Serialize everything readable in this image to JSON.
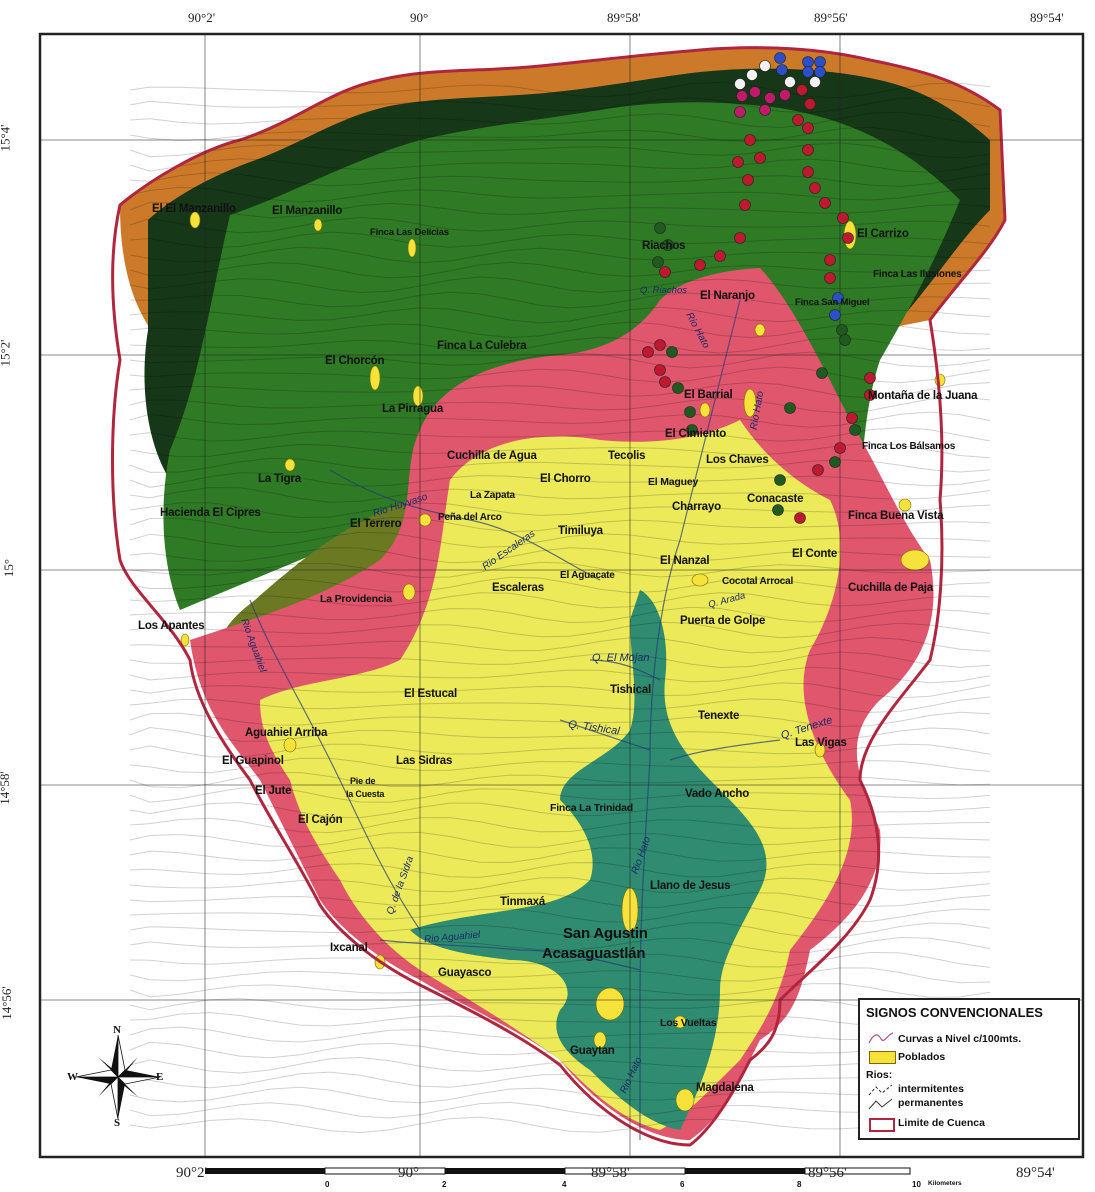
{
  "coords": {
    "top": [
      "90°2'",
      "90°",
      "89°58'",
      "89°56'",
      "89°54'"
    ],
    "bottom": [
      "90°2'",
      "90°",
      "89°58'",
      "89°56'",
      "89°54'"
    ],
    "left": [
      "15°4'",
      "15°2'",
      "15°",
      "14°58'",
      "14°56'"
    ]
  },
  "places": [
    {
      "id": "el-manzanillo-w",
      "text": "El El Manzanillo"
    },
    {
      "id": "el-manzanillo",
      "text": "El Manzanillo"
    },
    {
      "id": "finca-las-delicias",
      "text": "Finca Las Delicias"
    },
    {
      "id": "el-chorcon",
      "text": "El Chorcón"
    },
    {
      "id": "finca-la-culebra",
      "text": "Finca La Culebra"
    },
    {
      "id": "la-pirragua",
      "text": "La Pirragua"
    },
    {
      "id": "la-tigra",
      "text": "La Tigra"
    },
    {
      "id": "hacienda-el-cipres",
      "text": "Hacienda El Cipres"
    },
    {
      "id": "el-terrero",
      "text": "El Terrero"
    },
    {
      "id": "la-providencia",
      "text": "La Providencia"
    },
    {
      "id": "los-apantes",
      "text": "Los Apantes"
    },
    {
      "id": "el-estucal",
      "text": "El Estucal"
    },
    {
      "id": "aguahiel-arriba",
      "text": "Aguahiel Arriba"
    },
    {
      "id": "el-guapinol",
      "text": "El Guapinol"
    },
    {
      "id": "el-jute",
      "text": "El Jute"
    },
    {
      "id": "pie-cuesta-1",
      "text": "Pie de"
    },
    {
      "id": "pie-cuesta-2",
      "text": "la Cuesta"
    },
    {
      "id": "el-cajon",
      "text": "El Cajón"
    },
    {
      "id": "las-sidras",
      "text": "Las Sidras"
    },
    {
      "id": "cuchilla-de-agua",
      "text": "Cuchilla de Agua"
    },
    {
      "id": "la-zapata",
      "text": "La Zapata"
    },
    {
      "id": "pena-del-arco",
      "text": "Peña del Arco"
    },
    {
      "id": "el-chorro",
      "text": "El Chorro"
    },
    {
      "id": "tecolis",
      "text": "Tecolis"
    },
    {
      "id": "timiluya",
      "text": "Timiluya"
    },
    {
      "id": "escaleras",
      "text": "Escaleras"
    },
    {
      "id": "el-aguacate",
      "text": "El Aguacate"
    },
    {
      "id": "riachos",
      "text": "Riachos"
    },
    {
      "id": "el-naranjo",
      "text": "El Naranjo"
    },
    {
      "id": "el-barrial",
      "text": "El Barrial"
    },
    {
      "id": "el-cimiento",
      "text": "El Cimiento"
    },
    {
      "id": "los-chaves",
      "text": "Los Chaves"
    },
    {
      "id": "el-maguey",
      "text": "El Maguey"
    },
    {
      "id": "conacaste",
      "text": "Conacaste"
    },
    {
      "id": "charrayo",
      "text": "Charrayo"
    },
    {
      "id": "el-nanzal",
      "text": "El Nanzal"
    },
    {
      "id": "el-conte",
      "text": "El Conte"
    },
    {
      "id": "cocotal-arrocal",
      "text": "Cocotal Arrocal"
    },
    {
      "id": "puerta-de-golpe",
      "text": "Puerta de Golpe"
    },
    {
      "id": "tishical",
      "text": "Tishical"
    },
    {
      "id": "tenexte",
      "text": "Tenexte"
    },
    {
      "id": "las-vigas",
      "text": "Las Vigas"
    },
    {
      "id": "vado-ancho",
      "text": "Vado Ancho"
    },
    {
      "id": "finca-la-trinidad",
      "text": "Finca La Trinidad"
    },
    {
      "id": "llano-de-jesus",
      "text": "Llano de Jesus"
    },
    {
      "id": "tinmaxa",
      "text": "Tinmaxá"
    },
    {
      "id": "san-agustin",
      "text": "San Agustin"
    },
    {
      "id": "acasaguastlan",
      "text": "Acasaguastlán"
    },
    {
      "id": "ixcanal",
      "text": "Ixcanal"
    },
    {
      "id": "guayasco",
      "text": "Guayasco"
    },
    {
      "id": "los-vueltas",
      "text": "Los Vueltas"
    },
    {
      "id": "guaytan",
      "text": "Guaytan"
    },
    {
      "id": "magdalena",
      "text": "Magdalena"
    },
    {
      "id": "el-carrizo",
      "text": "El Carrizo"
    },
    {
      "id": "finca-las-ilusiones",
      "text": "Finca Las Ilusiones"
    },
    {
      "id": "finca-san-miguel",
      "text": "Finca San Miguel"
    },
    {
      "id": "montana-juana",
      "text": "Montaña de la Juana"
    },
    {
      "id": "finca-los-balsamos",
      "text": "Finca Los Bálsamos"
    },
    {
      "id": "finca-buena-vista",
      "text": "Finca Buena Vista"
    },
    {
      "id": "cuchilla-de-paja",
      "text": "Cuchilla de Paja"
    }
  ],
  "rivers": [
    {
      "id": "rio-hato-1",
      "text": "Rio Hato"
    },
    {
      "id": "rio-hato-2",
      "text": "Rio Hato"
    },
    {
      "id": "rio-hato-3",
      "text": "Rio Hato"
    },
    {
      "id": "rio-hato-4",
      "text": "Rio Hato"
    },
    {
      "id": "rio-huyvaso",
      "text": "Rio Huyvaso"
    },
    {
      "id": "rio-escaleras",
      "text": "Rio Escaleras"
    },
    {
      "id": "rio-aguahiel",
      "text": "Rio Aguahiel"
    },
    {
      "id": "rio-aguahiel-2",
      "text": "Rio Aguahiel"
    },
    {
      "id": "q-de-la-sidra",
      "text": "Q. de la Sidra"
    },
    {
      "id": "q-el-mojan",
      "text": "Q. El Mojan"
    },
    {
      "id": "q-tishical",
      "text": "Q. Tishical"
    },
    {
      "id": "q-tenexte",
      "text": "Q. Tenexte"
    },
    {
      "id": "q-arada",
      "text": "Q. Arada"
    },
    {
      "id": "q-riachos",
      "text": "Q. Riachos"
    }
  ],
  "legend": {
    "title": "SIGNOS CONVENCIONALES",
    "contours": "Curvas a Nivel c/100mts.",
    "settlements": "Poblados",
    "rivers_heading": "Rios:",
    "intermittent": "intermitentes",
    "permanent": "permanentes",
    "basin": "Limite de Cuenca"
  },
  "compass": {
    "n": "N",
    "s": "S",
    "e": "E",
    "w": "W"
  },
  "scale": {
    "ticks": [
      "0",
      "2",
      "4",
      "6",
      "8",
      "10"
    ],
    "unit": "Kilometers"
  },
  "colors": {
    "orange": "#cc7a2a",
    "dark_green": "#163818",
    "mid_green": "#2f7a25",
    "olive": "#6b7a22",
    "pink": "#e0566d",
    "yellow": "#ecea58",
    "teal": "#2f8c70",
    "settlement": "#f6e23a",
    "boundary": "#b0263f",
    "dot_red": "#c0182e",
    "dot_green": "#1f5a1f",
    "dot_blue": "#2a4fc8",
    "dot_magenta": "#c21a6a",
    "dot_white": "#f2f2f2"
  }
}
